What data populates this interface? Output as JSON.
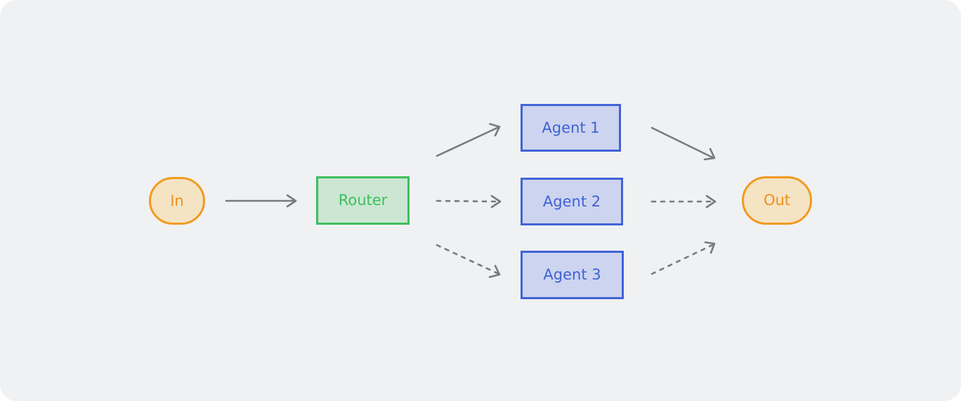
{
  "diagram": {
    "colors": {
      "background": "#f0f1f3",
      "edge": "#7a7a7a",
      "terminal_stroke": "#f29a20",
      "terminal_fill": "#f4e4c4",
      "terminal_text": "#f0901c",
      "router_stroke": "#3fbe5a",
      "router_fill": "#cbe7d4",
      "router_text": "#3fbe5a",
      "agent_stroke": "#4163d6",
      "agent_fill": "#cdd4f0",
      "agent_text": "#3f62d4"
    },
    "nodes": {
      "input": {
        "label": "In"
      },
      "router": {
        "label": "Router"
      },
      "agent_1": {
        "label": "Agent 1"
      },
      "agent_2": {
        "label": "Agent 2"
      },
      "agent_3": {
        "label": "Agent 3"
      },
      "output": {
        "label": "Out"
      }
    },
    "edges": [
      {
        "from": "input",
        "to": "router",
        "style": "solid"
      },
      {
        "from": "router",
        "to": "agent_1",
        "style": "solid"
      },
      {
        "from": "router",
        "to": "agent_2",
        "style": "dashed"
      },
      {
        "from": "router",
        "to": "agent_3",
        "style": "dashed"
      },
      {
        "from": "agent_1",
        "to": "output",
        "style": "solid"
      },
      {
        "from": "agent_2",
        "to": "output",
        "style": "dashed"
      },
      {
        "from": "agent_3",
        "to": "output",
        "style": "dashed"
      }
    ]
  }
}
